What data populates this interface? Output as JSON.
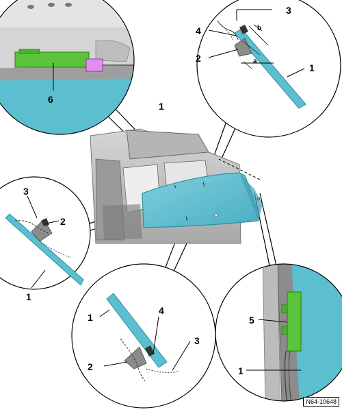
{
  "document_id": "N64-10648",
  "callouts": {
    "c1": "1",
    "c2": "2",
    "c3": "3",
    "c4": "4",
    "c5": "5",
    "c6": "6",
    "a": "a",
    "b": "b"
  },
  "colors": {
    "glass": "#5bbfd0",
    "glass_dark": "#2e8fa6",
    "module_green": "#5cc43a",
    "connector_pink": "#e28ef0",
    "body_gray": "#c8c8c8",
    "body_dark": "#8a8a8a",
    "wedge_gray": "#8c8c8c"
  }
}
